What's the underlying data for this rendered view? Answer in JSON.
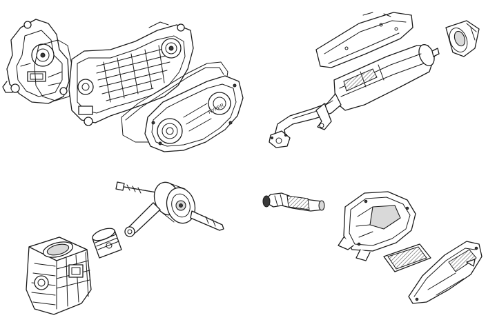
{
  "parts": [
    {
      "id": "crankcase-assembly",
      "label": ""
    },
    {
      "id": "exhaust-muffler",
      "label": ""
    },
    {
      "id": "crankshaft",
      "label": ""
    },
    {
      "id": "cylinder-piston-kit",
      "label": ""
    },
    {
      "id": "intake-hose",
      "label": ""
    },
    {
      "id": "air-filter-box",
      "label": ""
    }
  ],
  "embossed_text": {
    "cover_logo": "HYPER"
  },
  "colors": {
    "line": "#1a1a1a",
    "background": "#ffffff"
  }
}
